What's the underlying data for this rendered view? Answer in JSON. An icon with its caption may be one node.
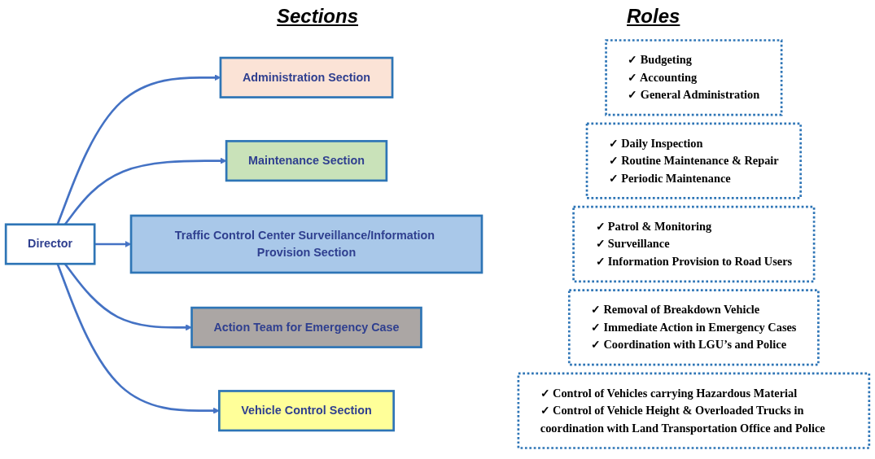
{
  "diagram": {
    "nodes": [
      {
        "text": [
          "Director"
        ]
      },
      {
        "text": [
          "Administration Section"
        ]
      },
      {
        "text": [
          "✓ Budgeting",
          "✓ Accounting",
          "✓ General Administration"
        ]
      },
      {
        "text": [
          "Maintenance Section"
        ]
      },
      {
        "text": [
          "✓ Daily Inspection",
          "✓ Routine Maintenance & Repair",
          "✓ Periodic Maintenance"
        ]
      },
      {
        "text": [
          "Traffic Control Center Surveillance/Information Provision Section"
        ]
      },
      {
        "text": [
          "✓ Patrol & Monitoring",
          "✓ Surveillance",
          "✓ Information Provision to Road Users"
        ]
      },
      {
        "text": [
          "Action Team for Emergency Case"
        ]
      },
      {
        "text": [
          "✓ Removal of Breakdown Vehicle",
          "✓ Immediate Action in Emergency Cases",
          "✓ Coordination with LGU’s and Police"
        ]
      },
      {
        "text": [
          "Vehicle Control Section"
        ]
      },
      {
        "text": [
          "✓ Control of Vehicles carrying Hazardous Material",
          "✓ Control of Vehicle Height & Overloaded Trucks in coordination with Land Transportation Office and Police"
        ]
      }
    ],
    "edges": [
      {
        "from": 0,
        "to": 1,
        "arrow": "to"
      },
      {
        "from": 0,
        "to": 3,
        "arrow": "to"
      },
      {
        "from": 0,
        "to": 5,
        "arrow": "to"
      },
      {
        "from": 0,
        "to": 7,
        "arrow": "to"
      },
      {
        "from": 0,
        "to": 9,
        "arrow": "to"
      }
    ],
    "labels": [
      "Sections",
      "Roles"
    ]
  }
}
